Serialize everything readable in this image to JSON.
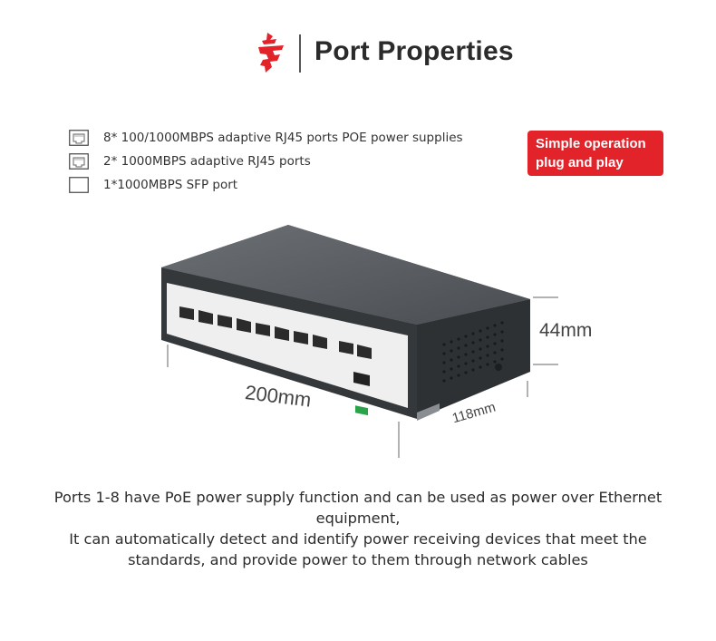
{
  "header": {
    "title": "Port Properties"
  },
  "specs": [
    {
      "icon": "rj45-port-icon",
      "text": "8* 100/1000MBPS adaptive RJ45 ports POE power supplies"
    },
    {
      "icon": "rj45-port-icon",
      "text": "2* 1000MBPS adaptive RJ45 ports"
    },
    {
      "icon": "sfp-port-icon",
      "text": "1*1000MBPS SFP port"
    }
  ],
  "badge": {
    "line1": "Simple operation",
    "line2": "plug and play"
  },
  "dimensions": {
    "height": "44mm",
    "width": "200mm",
    "depth": "118mm"
  },
  "description": {
    "line1": "Ports 1-8 have PoE power supply function and can be used as power over Ethernet",
    "line2": "equipment,",
    "line3": "It can automatically detect and identify power receiving devices that meet the",
    "line4": "standards, and provide power to them through network cables"
  },
  "colors": {
    "accent": "#e2232a",
    "device_body": "#3d4145",
    "device_front": "#f1f1f1"
  }
}
